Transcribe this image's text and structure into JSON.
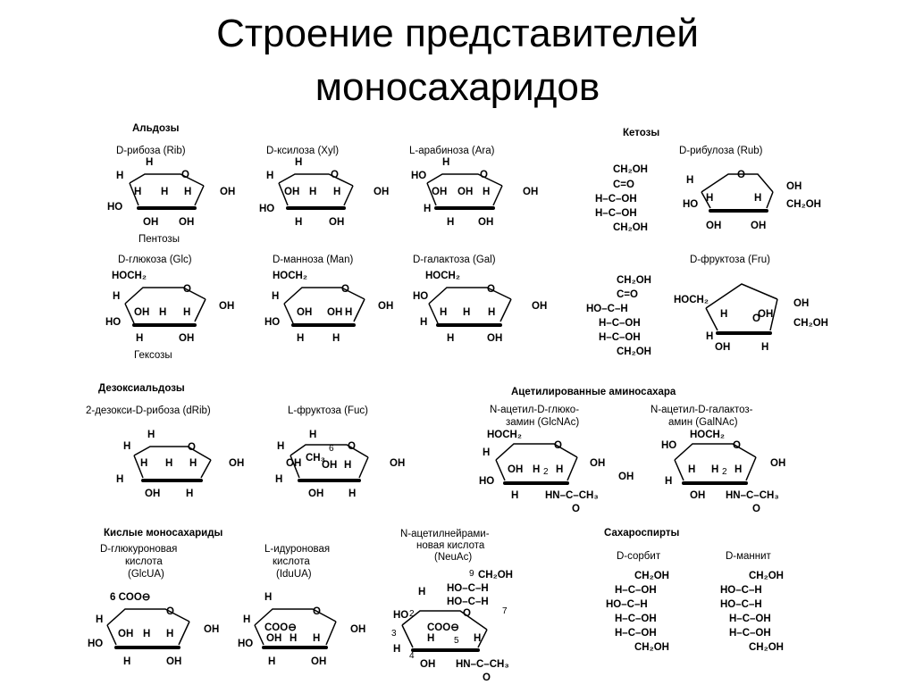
{
  "slide": {
    "title_line1": "Строение представителей",
    "title_line2": "моносахаридов"
  },
  "sections": {
    "aldoses": "Альдозы",
    "ketoses": "Кетозы",
    "deoxy": "Дезоксиальдозы",
    "aminosugars": "Ацетилированные аминосахара",
    "acidic": "Кислые моносахариды",
    "alcohols": "Сахароспирты"
  },
  "group_labels": {
    "pentoses": "Пентозы",
    "hexoses": "Гексозы"
  },
  "compounds": {
    "ribose": "D-рибоза (Rib)",
    "xylose": "D-ксилоза (Xyl)",
    "arabinose": "L-арабиноза (Ara)",
    "ribulose": "D-рибулоза (Rub)",
    "glucose": "D-глюкоза (Glc)",
    "mannose": "D-манноза (Man)",
    "galactose": "D-галактоза (Gal)",
    "fructose": "D-фруктоза (Fru)",
    "deoxyribose": "2-дезокси-D-рибоза (dRib)",
    "fucose": "L-фруктоза (Fuc)",
    "glcnac_1": "N-ацетил-D-глюко-",
    "glcnac_2": "замин (GlcNAc)",
    "galnac_1": "N-ацетил-D-галактоз-",
    "galnac_2": "амин (GalNAc)",
    "glcua_1": "D-глюкуроновая",
    "glcua_2": "кислота",
    "glcua_3": "(GlcUA)",
    "idua_1": "L-идуроновая",
    "idua_2": "кислота",
    "idua_3": "(IduUA)",
    "neuac_1": "N-ацетилнейрами-",
    "neuac_2": "новая кислота",
    "neuac_3": "(NeuAc)",
    "sorbitol": "D-сорбит",
    "mannitol": "D-маннит"
  },
  "atoms": {
    "H": "H",
    "OH": "OH",
    "HO": "HO",
    "O": "O",
    "CH2OH": "CH₂OH",
    "HOCH2": "HOCH₂",
    "CH3": "CH₃",
    "COO": "COO⊖",
    "HN": "HN",
    "C": "C",
    "eqO": "=O",
    "n6": "6",
    "n2": "2",
    "n3": "3",
    "n4": "4",
    "n5": "5",
    "n7": "7",
    "n9": "9",
    "HCOH": "H–C–OH",
    "HOCH": "HO–C–H",
    "CeqO": "C=O",
    "Oeq": "O",
    "NHC": "HN–C–CH₃",
    "c6coo": "6 COO⊖"
  }
}
